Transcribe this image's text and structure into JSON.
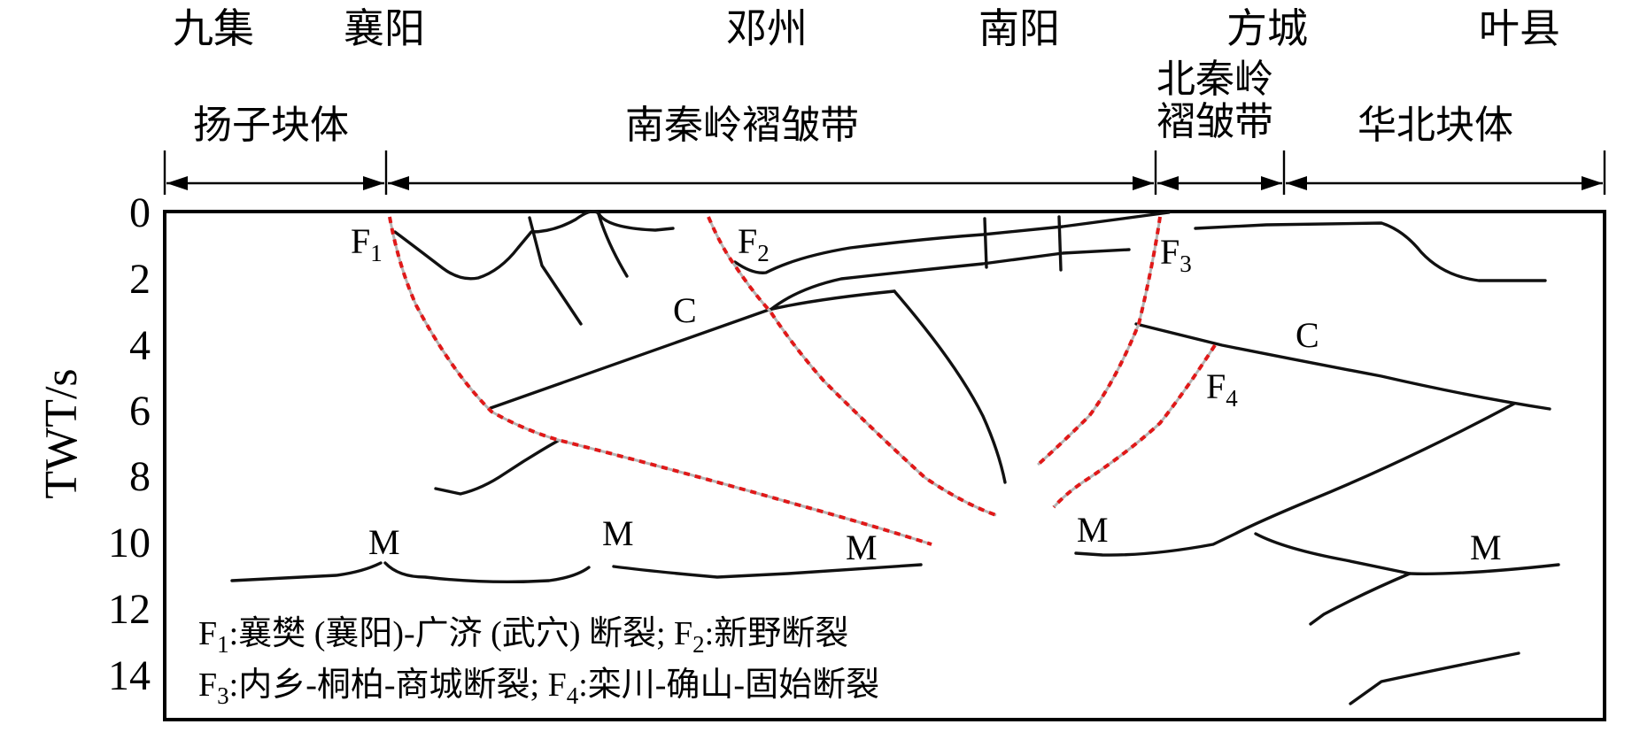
{
  "places": {
    "jiuji": "九集",
    "xiangyang": "襄阳",
    "dengzhou": "邓州",
    "nanyang": "南阳",
    "fangcheng": "方城",
    "yexian": "叶县"
  },
  "units": {
    "yangtze": "扬子块体",
    "south_qinling": "南秦岭褶皱带",
    "north_qinling_line1": "北秦岭",
    "north_qinling_line2": "褶皱带",
    "north_china": "华北块体"
  },
  "axis": {
    "label": "TWT/s",
    "ticks": [
      "0",
      "2",
      "4",
      "6",
      "8",
      "10",
      "12",
      "14"
    ]
  },
  "markers": {
    "f1": {
      "letter": "F",
      "sub": "1"
    },
    "f2": {
      "letter": "F",
      "sub": "2"
    },
    "f3": {
      "letter": "F",
      "sub": "3"
    },
    "f4": {
      "letter": "F",
      "sub": "4"
    },
    "c": "C",
    "m": "M"
  },
  "legend": {
    "line1_f1": "F",
    "line1_f1_sub": "1",
    "line1_f1_text": ":襄樊 (襄阳)-广济 (武穴) 断裂; ",
    "line1_f2": "F",
    "line1_f2_sub": "2",
    "line1_f2_text": ":新野断裂",
    "line2_f3": "F",
    "line2_f3_sub": "3",
    "line2_f3_text": ":内乡-桐柏-商城断裂; ",
    "line2_f4": "F",
    "line2_f4_sub": "4",
    "line2_f4_text": ":栾川-确山-固始断裂"
  },
  "colors": {
    "fault_dash": "#e01818",
    "horizon_line": "#111111"
  }
}
